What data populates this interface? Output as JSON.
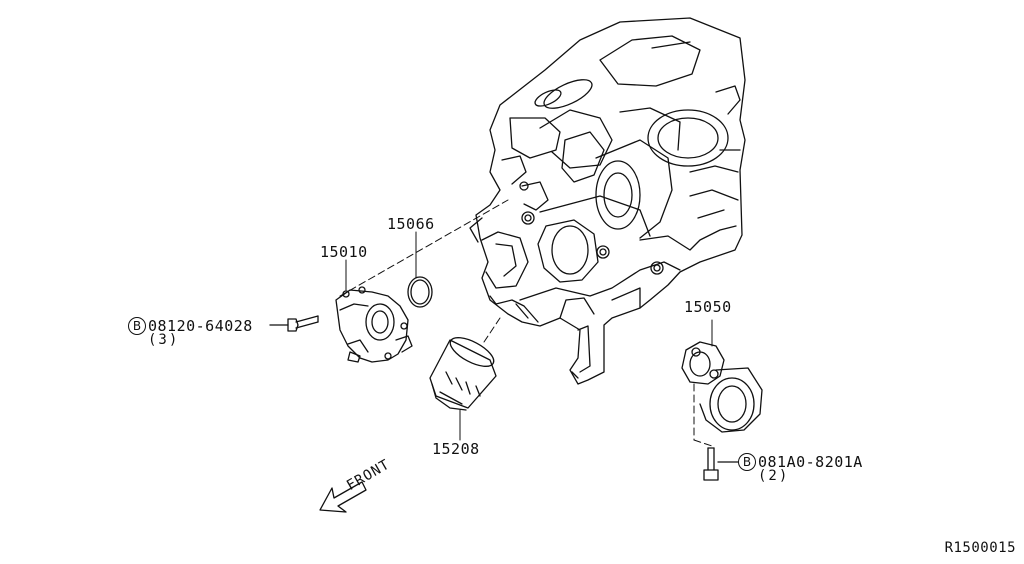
{
  "parts": {
    "p15066": "15066",
    "p15010": "15010",
    "p15050": "15050",
    "p15208": "15208",
    "bolt_pump": {
      "marker": "B",
      "number": "08120-64028",
      "qty": "(3)"
    },
    "bolt_cooler": {
      "marker": "B",
      "number": "081A0-8201A",
      "qty": "(2)"
    }
  },
  "front_label": "FRONT",
  "reference_code": "R1500015"
}
